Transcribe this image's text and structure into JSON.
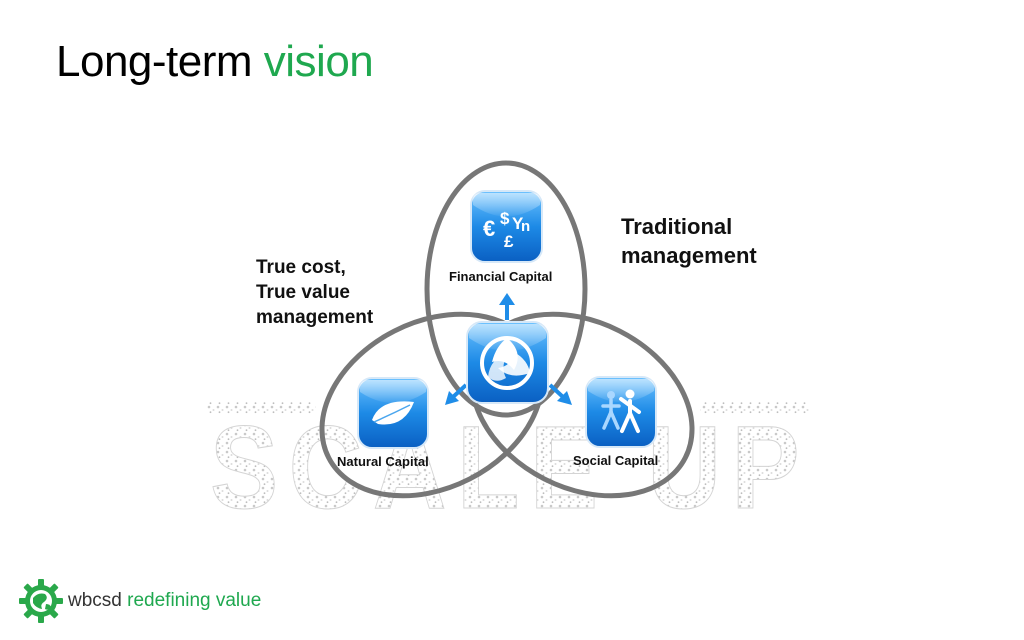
{
  "slide": {
    "title_main": "Long-term",
    "title_accent": "vision"
  },
  "diagram": {
    "left_label": [
      "True cost,",
      "True value",
      "management"
    ],
    "right_label": [
      "Traditional",
      "management"
    ],
    "watermark_text": "SCALE UP",
    "capitals": {
      "financial": {
        "label": "Financial Capital",
        "icon": "currency-symbols-icon"
      },
      "natural": {
        "label": "Natural Capital",
        "icon": "leaf-icon"
      },
      "social": {
        "label": "Social Capital",
        "icon": "people-icon"
      },
      "center": {
        "icon": "integration-swirl-icon"
      }
    }
  },
  "footer": {
    "brand": "wbcsd",
    "tagline": "redefining value"
  },
  "colors": {
    "accent_green": "#1fa84f",
    "icon_blue": "#1f8de8",
    "ellipse_gray": "#777777",
    "arrow_blue": "#1f8de8"
  }
}
